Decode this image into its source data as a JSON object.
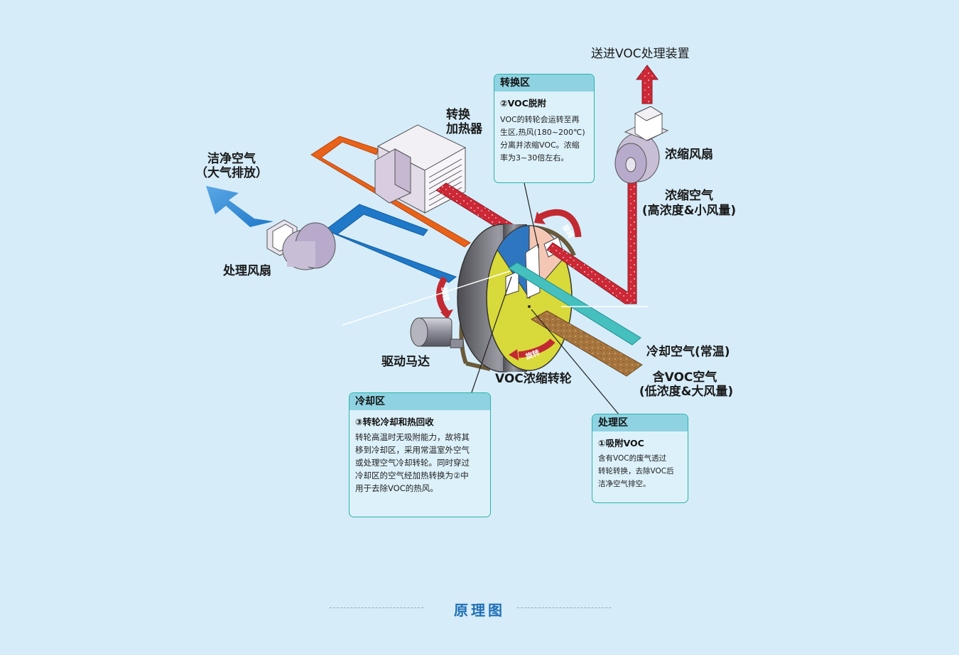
{
  "labels": {
    "send_to_voc": "送进VOC处理装置",
    "heater_line1": "转换",
    "heater_line2": "加热器",
    "clean_air_line1": "洁净空气",
    "clean_air_line2": "（大气排放）",
    "conc_fan": "浓缩风扇",
    "conc_air_line1": "浓缩空气",
    "conc_air_line2": "(高浓度&小风量)",
    "process_fan": "处理风扇",
    "drive_motor": "驱动马达",
    "rotor": "VOC浓缩转轮",
    "cooling_air": "冷却空气(常温)",
    "voc_air_line1": "含VOC空气",
    "voc_air_line2": "(低浓度&大风量)",
    "rotate": "旋转"
  },
  "panels": {
    "conversion": {
      "title": "转换区",
      "subtitle": "②VOC脱附",
      "lines": [
        "VOC的转轮会运转至再",
        "生区,热风(180~200℃)",
        "分离并浓缩VOC。浓缩",
        "率为3~30倍左右。"
      ]
    },
    "cooling": {
      "title": "冷却区",
      "subtitle": "③转轮冷却和热回收",
      "lines": [
        "转轮高温时无吸附能力，故将其",
        "移到冷却区，采用常温室外空气",
        "或处理空气冷却转轮。同时穿过",
        "冷却区的空气经加热转换为②中",
        "用于去除VOC的热风。"
      ]
    },
    "treatment": {
      "title": "处理区",
      "subtitle": "①吸附VOC",
      "lines": [
        "含有VOC的废气透过",
        "转轮转换，去除VOC后",
        "洁净空气排空。"
      ]
    }
  },
  "footer": {
    "title": "原理图"
  },
  "colors": {
    "background": "#d6ecf9",
    "clean_air_blue": "#1f78c8",
    "hot_duct_orange": "#e8621a",
    "conc_air_red": "#cc2836",
    "cooling_teal": "#46bfbf",
    "voc_brown": "#a6753e",
    "rotor_yellow": "#d8d93a",
    "panel_border": "#2bb3a9",
    "panel_header": "#8fd3e2",
    "footer_blue": "#1f6fb5"
  }
}
